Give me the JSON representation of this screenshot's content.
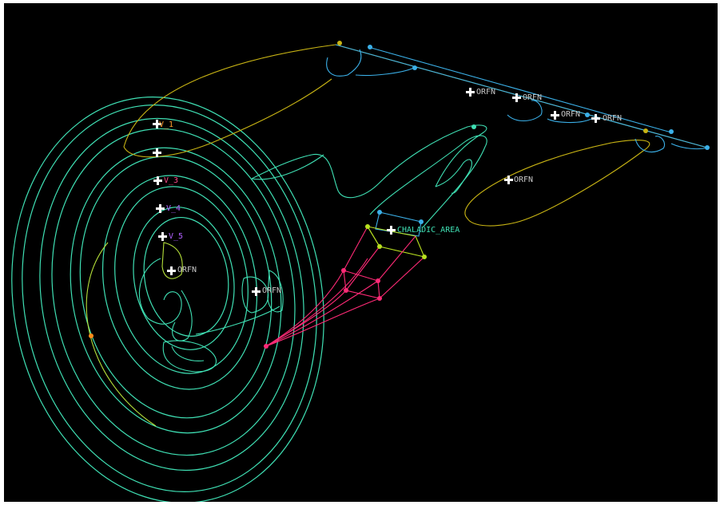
{
  "viewport": {
    "background": "#000000",
    "icon": "cad-wireframe-viewport"
  },
  "colors": {
    "spiral": "#3fe0b4",
    "spiral_inner": "#b5e03a",
    "wing": "#c8b414",
    "blue": "#3bb0e8",
    "magenta": "#ff2a76",
    "yellow_green": "#b8e020",
    "label_orfn": "#c8c8c8",
    "label_v1": "#ff9a2a",
    "label_v3": "#ff4a8a",
    "label_v4": "#b060ff",
    "label_v5": "#b060ff",
    "label_chaladic": "#3fe0b4",
    "orange_dot": "#ff8c1a"
  },
  "labels": {
    "v1": "V_1",
    "v3": "V_3",
    "v4": "V_4",
    "v5": "V_5",
    "orfn_center": "ORFN",
    "orfn_mid": "ORFN",
    "orfn_tip1": "ORFN",
    "orfn_tip2": "ORFN",
    "orfn_tip3": "ORFN",
    "orfn_tip4": "ORFN",
    "orfn_right": "ORFN",
    "chaladic_area": "CHALADIC_AREA"
  }
}
